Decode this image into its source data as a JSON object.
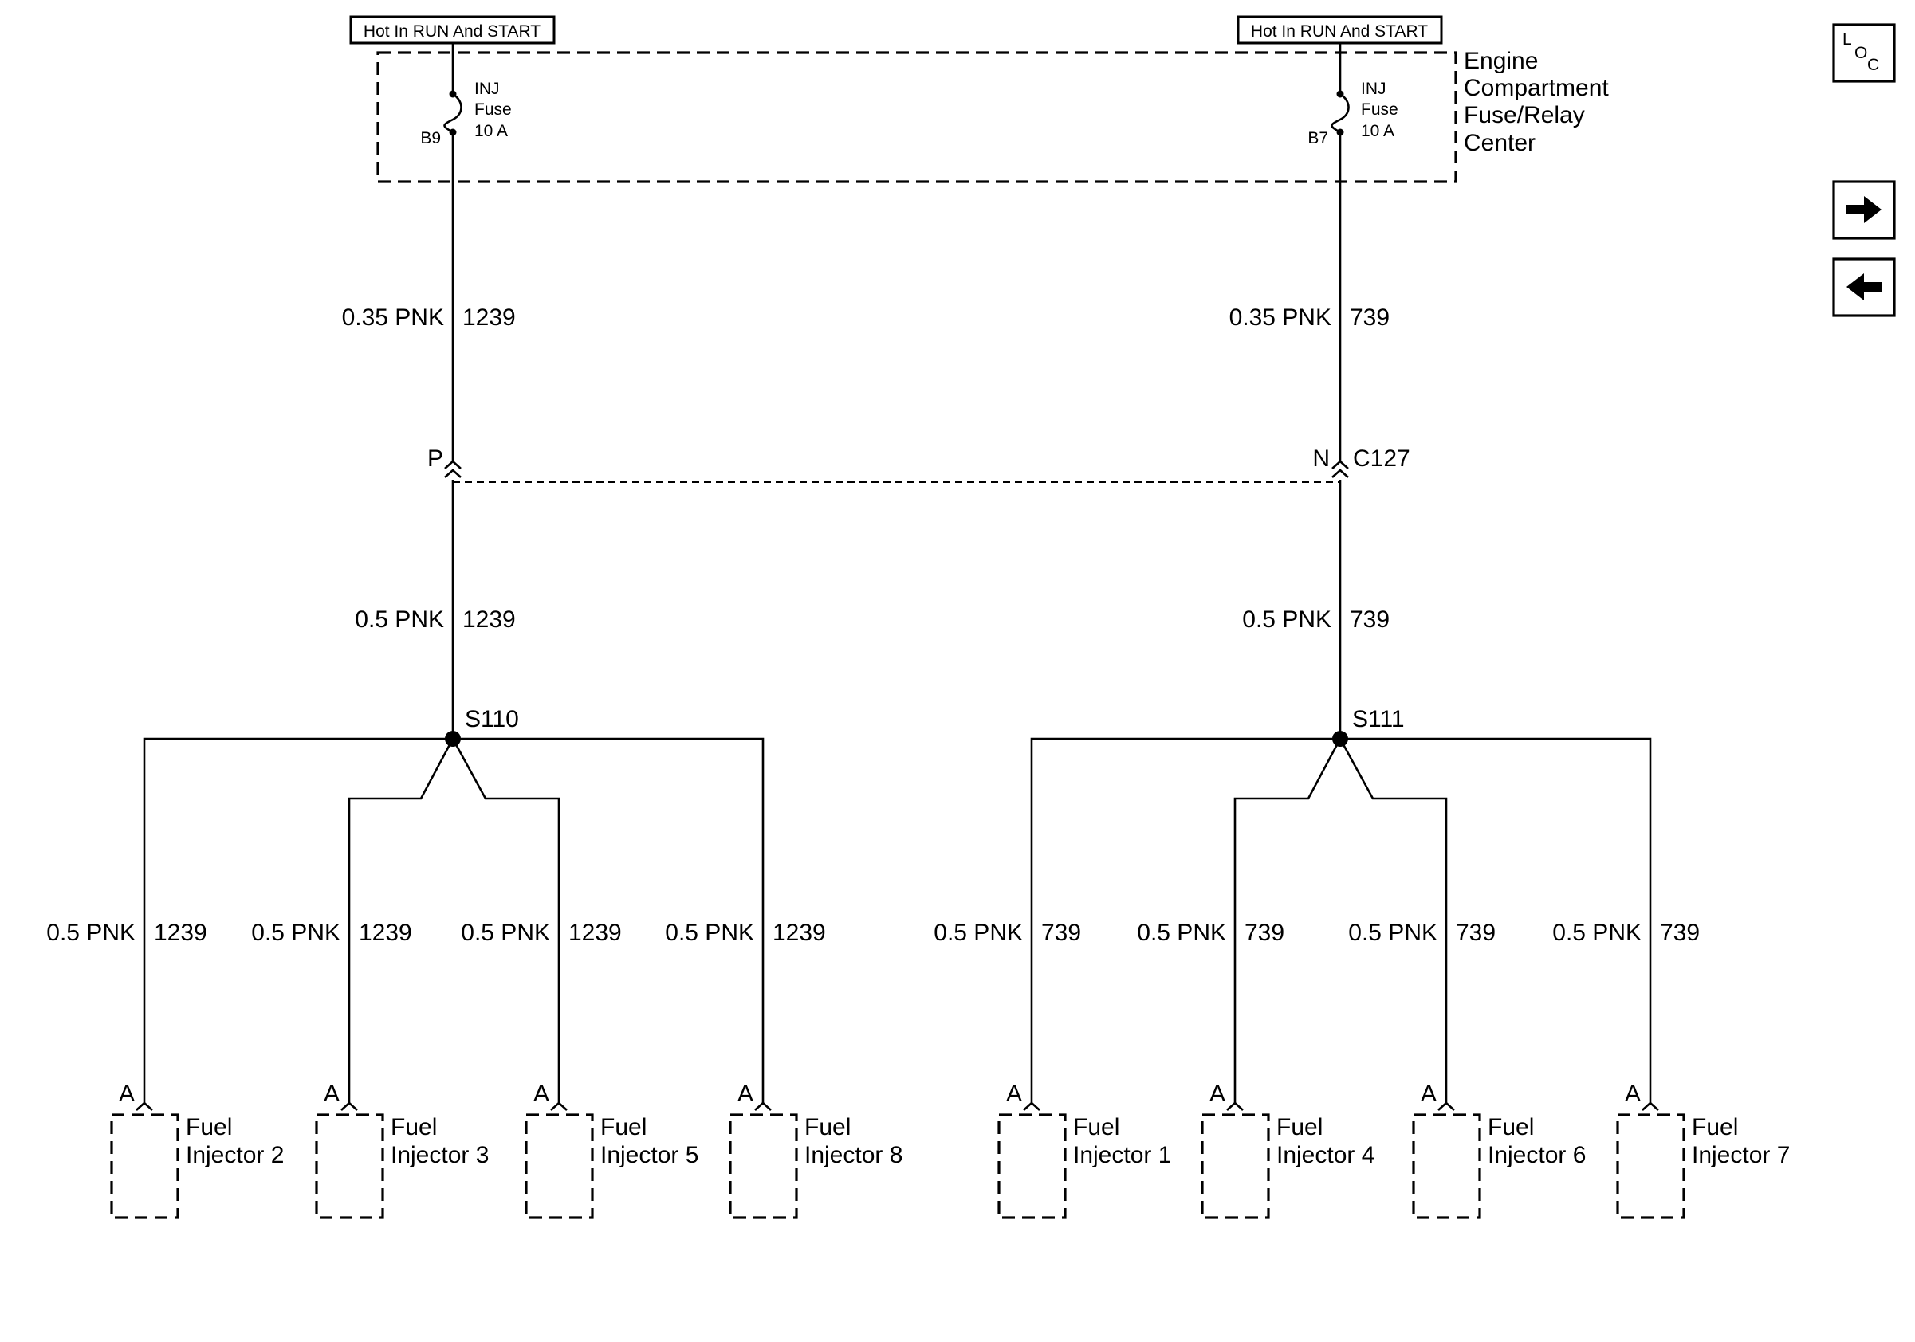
{
  "diagram": {
    "hot_label": "Hot In RUN And START",
    "fuse_center_label": [
      "Engine",
      "Compartment",
      "Fuse/Relay",
      "Center"
    ],
    "fuses": [
      {
        "name": "INJ",
        "word": "Fuse",
        "rating": "10 A",
        "terminal": "B9"
      },
      {
        "name": "INJ",
        "word": "Fuse",
        "rating": "10 A",
        "terminal": "B7"
      }
    ],
    "upper_wires": [
      {
        "gauge_color": "0.35 PNK",
        "circuit": "1239"
      },
      {
        "gauge_color": "0.35 PNK",
        "circuit": "739"
      }
    ],
    "connector": {
      "id": "C127",
      "pins": [
        "P",
        "N"
      ]
    },
    "mid_wires": [
      {
        "gauge_color": "0.5 PNK",
        "circuit": "1239"
      },
      {
        "gauge_color": "0.5 PNK",
        "circuit": "739"
      }
    ],
    "splices": [
      "S110",
      "S111"
    ],
    "branches": [
      {
        "gauge_color": "0.5 PNK",
        "circuit": "1239",
        "pin": "A",
        "component": [
          "Fuel",
          "Injector 2"
        ]
      },
      {
        "gauge_color": "0.5 PNK",
        "circuit": "1239",
        "pin": "A",
        "component": [
          "Fuel",
          "Injector 3"
        ]
      },
      {
        "gauge_color": "0.5 PNK",
        "circuit": "1239",
        "pin": "A",
        "component": [
          "Fuel",
          "Injector 5"
        ]
      },
      {
        "gauge_color": "0.5 PNK",
        "circuit": "1239",
        "pin": "A",
        "component": [
          "Fuel",
          "Injector 8"
        ]
      },
      {
        "gauge_color": "0.5 PNK",
        "circuit": "739",
        "pin": "A",
        "component": [
          "Fuel",
          "Injector 1"
        ]
      },
      {
        "gauge_color": "0.5 PNK",
        "circuit": "739",
        "pin": "A",
        "component": [
          "Fuel",
          "Injector 4"
        ]
      },
      {
        "gauge_color": "0.5 PNK",
        "circuit": "739",
        "pin": "A",
        "component": [
          "Fuel",
          "Injector 6"
        ]
      },
      {
        "gauge_color": "0.5 PNK",
        "circuit": "739",
        "pin": "A",
        "component": [
          "Fuel",
          "Injector 7"
        ]
      }
    ]
  },
  "nav": {
    "loc": {
      "l": "L",
      "o": "O",
      "c": "C"
    },
    "next_icon": "right-arrow-icon",
    "prev_icon": "left-arrow-icon"
  }
}
